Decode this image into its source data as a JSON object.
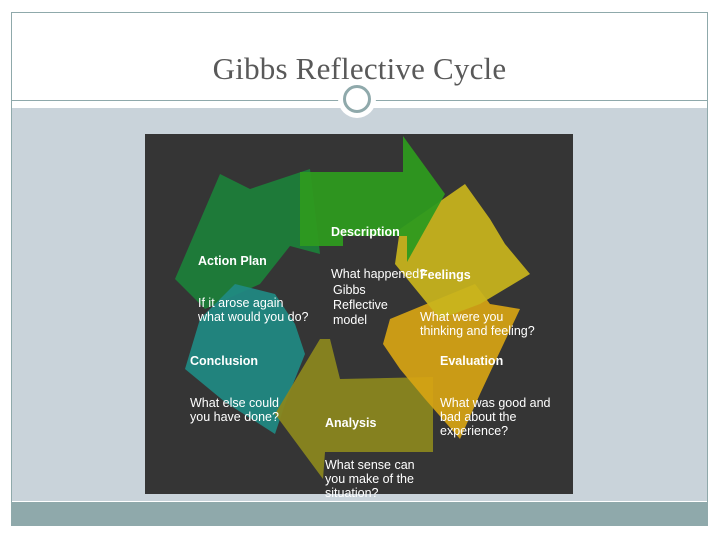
{
  "slide": {
    "title": "Gibbs Reflective Cycle"
  },
  "diagram": {
    "center_text": "Gibbs\nReflective\nmodel",
    "stages": [
      {
        "heading": "Description",
        "text": "What happened?",
        "color": "#2e9a1f"
      },
      {
        "heading": "Feelings",
        "text": "What were you\nthinking and feeling?",
        "color": "#c9b51d"
      },
      {
        "heading": "Evaluation",
        "text": "What was good and\nbad about the\nexperience?",
        "color": "#d7a414"
      },
      {
        "heading": "Analysis",
        "text": "What sense can\nyou make of the\nsituation?",
        "color": "#8a861f"
      },
      {
        "heading": "Conclusion",
        "text": "What else could\nyou have done?",
        "color": "#1f8a83"
      },
      {
        "heading": "Action Plan",
        "text": "If it arose again\nwhat would you do?",
        "color": "#1e7e3a"
      }
    ]
  },
  "colors": {
    "accent": "#8fa9ab",
    "content_bg": "#c9d3da",
    "diagram_bg": "#353535"
  }
}
